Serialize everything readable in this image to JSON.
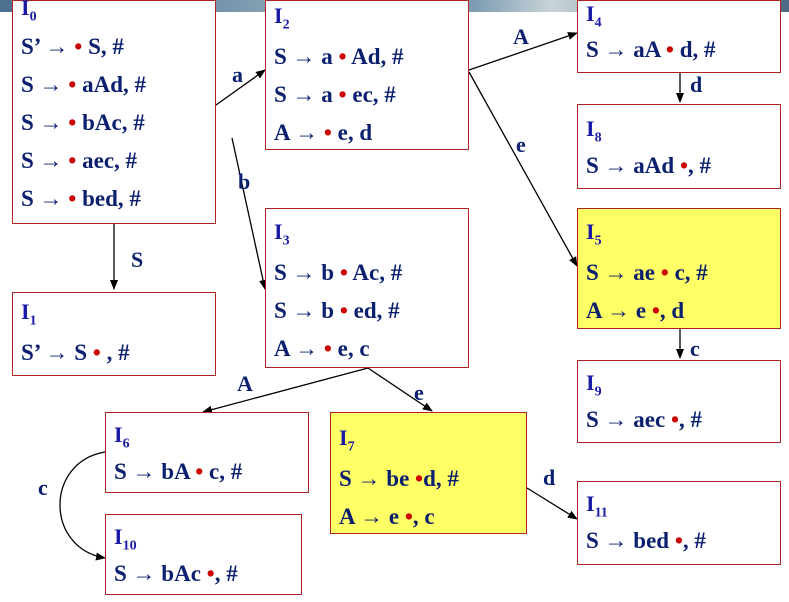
{
  "states": [
    {
      "key": "I0",
      "id": "I",
      "sub": "0",
      "items": [
        {
          "pre": "S’ → ",
          "post": " S, #"
        },
        {
          "pre": "S → ",
          "post": " aAd, #"
        },
        {
          "pre": "S → ",
          "post": " bAc, #"
        },
        {
          "pre": "S → ",
          "post": " aec, #"
        },
        {
          "pre": "S → ",
          "post": " bed, #"
        }
      ]
    },
    {
      "key": "I1",
      "id": "I",
      "sub": "1",
      "items": [
        {
          "pre": "S’ → S ",
          "post": " , #"
        }
      ]
    },
    {
      "key": "I2",
      "id": "I",
      "sub": "2",
      "items": [
        {
          "pre": "S → a ",
          "post": " Ad, #"
        },
        {
          "pre": "S → a ",
          "post": " ec, #"
        },
        {
          "pre": "A → ",
          "post": " e, d"
        }
      ]
    },
    {
      "key": "I3",
      "id": "I",
      "sub": "3",
      "items": [
        {
          "pre": "S → b ",
          "post": " Ac, #"
        },
        {
          "pre": "S → b ",
          "post": " ed, #"
        },
        {
          "pre": "A → ",
          "post": " e, c"
        }
      ]
    },
    {
      "key": "I4",
      "id": "I",
      "sub": "4",
      "items": [
        {
          "pre": "S → aA ",
          "post": " d, #"
        }
      ]
    },
    {
      "key": "I8",
      "id": "I",
      "sub": "8",
      "items": [
        {
          "pre": "S → aAd ",
          "post": ", #"
        }
      ]
    },
    {
      "key": "I5",
      "id": "I",
      "sub": "5",
      "highlight": true,
      "items": [
        {
          "pre": "S → ae ",
          "post": " c, #"
        },
        {
          "pre": "A → e ",
          "post": ", d"
        }
      ]
    },
    {
      "key": "I9",
      "id": "I",
      "sub": "9",
      "items": [
        {
          "pre": "S → aec ",
          "post": ", #"
        }
      ]
    },
    {
      "key": "I6",
      "id": "I",
      "sub": "6",
      "items": [
        {
          "pre": "S → bA ",
          "post": " c, #"
        }
      ]
    },
    {
      "key": "I7",
      "id": "I",
      "sub": "7",
      "highlight": true,
      "items": [
        {
          "pre": "S → be ",
          "post": "d, #"
        },
        {
          "pre": "A → e ",
          "post": ", c"
        }
      ]
    },
    {
      "key": "I10",
      "id": "I",
      "sub": "10",
      "items": [
        {
          "pre": "S → bAc ",
          "post": ", #"
        }
      ]
    },
    {
      "key": "I11",
      "id": "I",
      "sub": "11",
      "items": [
        {
          "pre": "S → bed ",
          "post": ", #"
        }
      ]
    }
  ],
  "dot_symbol": "•",
  "transitions": [
    {
      "from": "I0",
      "to": "I1",
      "symbol": "S"
    },
    {
      "from": "I0",
      "to": "I2",
      "symbol": "a"
    },
    {
      "from": "I0",
      "to": "I3",
      "symbol": "b"
    },
    {
      "from": "I2",
      "to": "I4",
      "symbol": "A"
    },
    {
      "from": "I2",
      "to": "I5",
      "symbol": "e"
    },
    {
      "from": "I4",
      "to": "I8",
      "symbol": "d"
    },
    {
      "from": "I5",
      "to": "I9",
      "symbol": "c"
    },
    {
      "from": "I3",
      "to": "I6",
      "symbol": "A"
    },
    {
      "from": "I3",
      "to": "I7",
      "symbol": "e"
    },
    {
      "from": "I6",
      "to": "I10",
      "symbol": "c"
    },
    {
      "from": "I7",
      "to": "I11",
      "symbol": "d"
    }
  ],
  "colors": {
    "state_border": "#b22222",
    "highlight": "#ffff66",
    "state_id": "#1a1aa6",
    "text": "#0a1f6e",
    "dot": "#cc0000"
  }
}
